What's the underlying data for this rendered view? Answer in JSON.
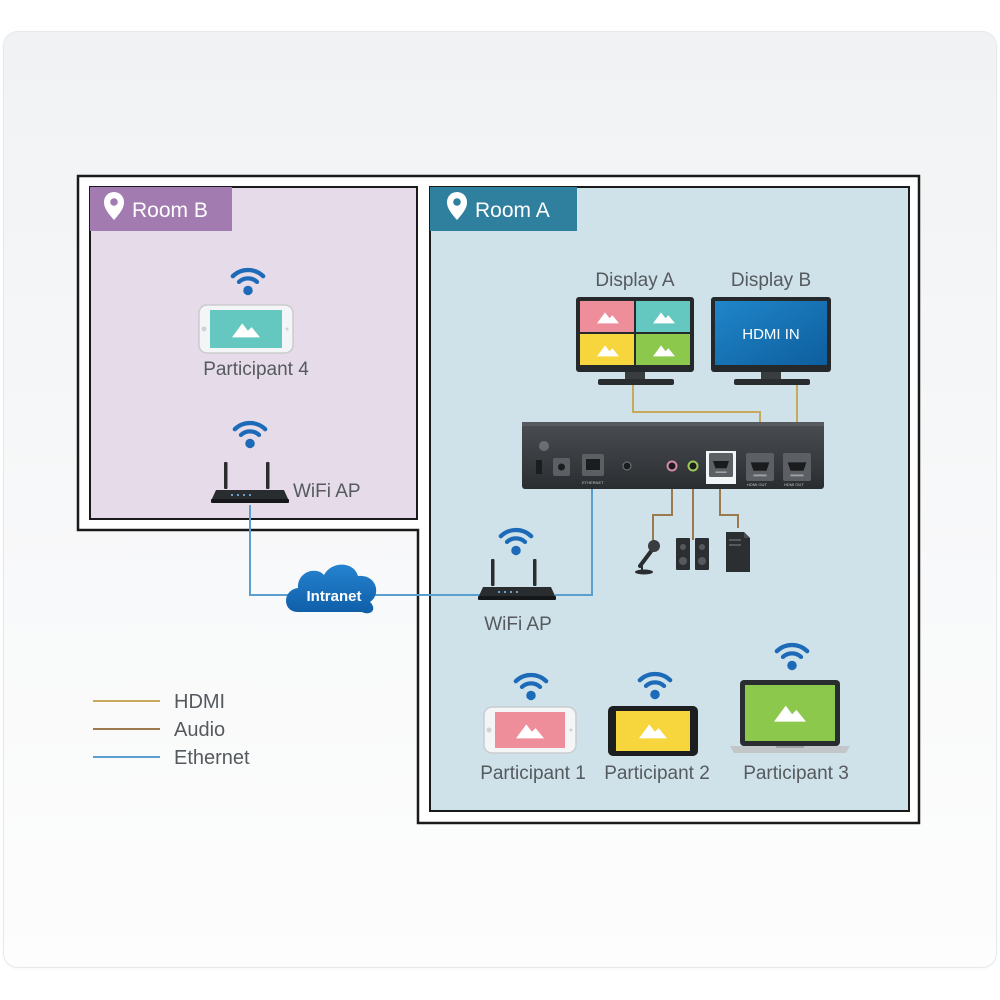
{
  "rooms": {
    "room_b": {
      "title": "Room B",
      "color": "#a27bb0"
    },
    "room_a": {
      "title": "Room A",
      "color": "#2f7f9e"
    }
  },
  "devices": {
    "display_a": "Display A",
    "display_b": "Display B",
    "display_b_screen": "HDMI IN",
    "participant_1": "Participant 1",
    "participant_2": "Participant 2",
    "participant_3": "Participant 3",
    "participant_4": "Participant 4",
    "wifi_ap_room_b": "WiFi AP",
    "wifi_ap_room_a": "WiFi AP",
    "intranet": "Intranet"
  },
  "legend": [
    {
      "label": "HDMI",
      "color": "#c8a85a"
    },
    {
      "label": "Audio",
      "color": "#9a7a4e"
    },
    {
      "label": "Ethernet",
      "color": "#5b9fd0"
    }
  ],
  "colors": {
    "room_b_bg": "#e6dbe9",
    "room_a_bg": "#cfe2ea",
    "wifi": "#1c6ab8",
    "tile_pink": "#ef8e9b",
    "tile_teal": "#64c7c0",
    "tile_yellow": "#f6d63c",
    "tile_green": "#8cc84b"
  }
}
